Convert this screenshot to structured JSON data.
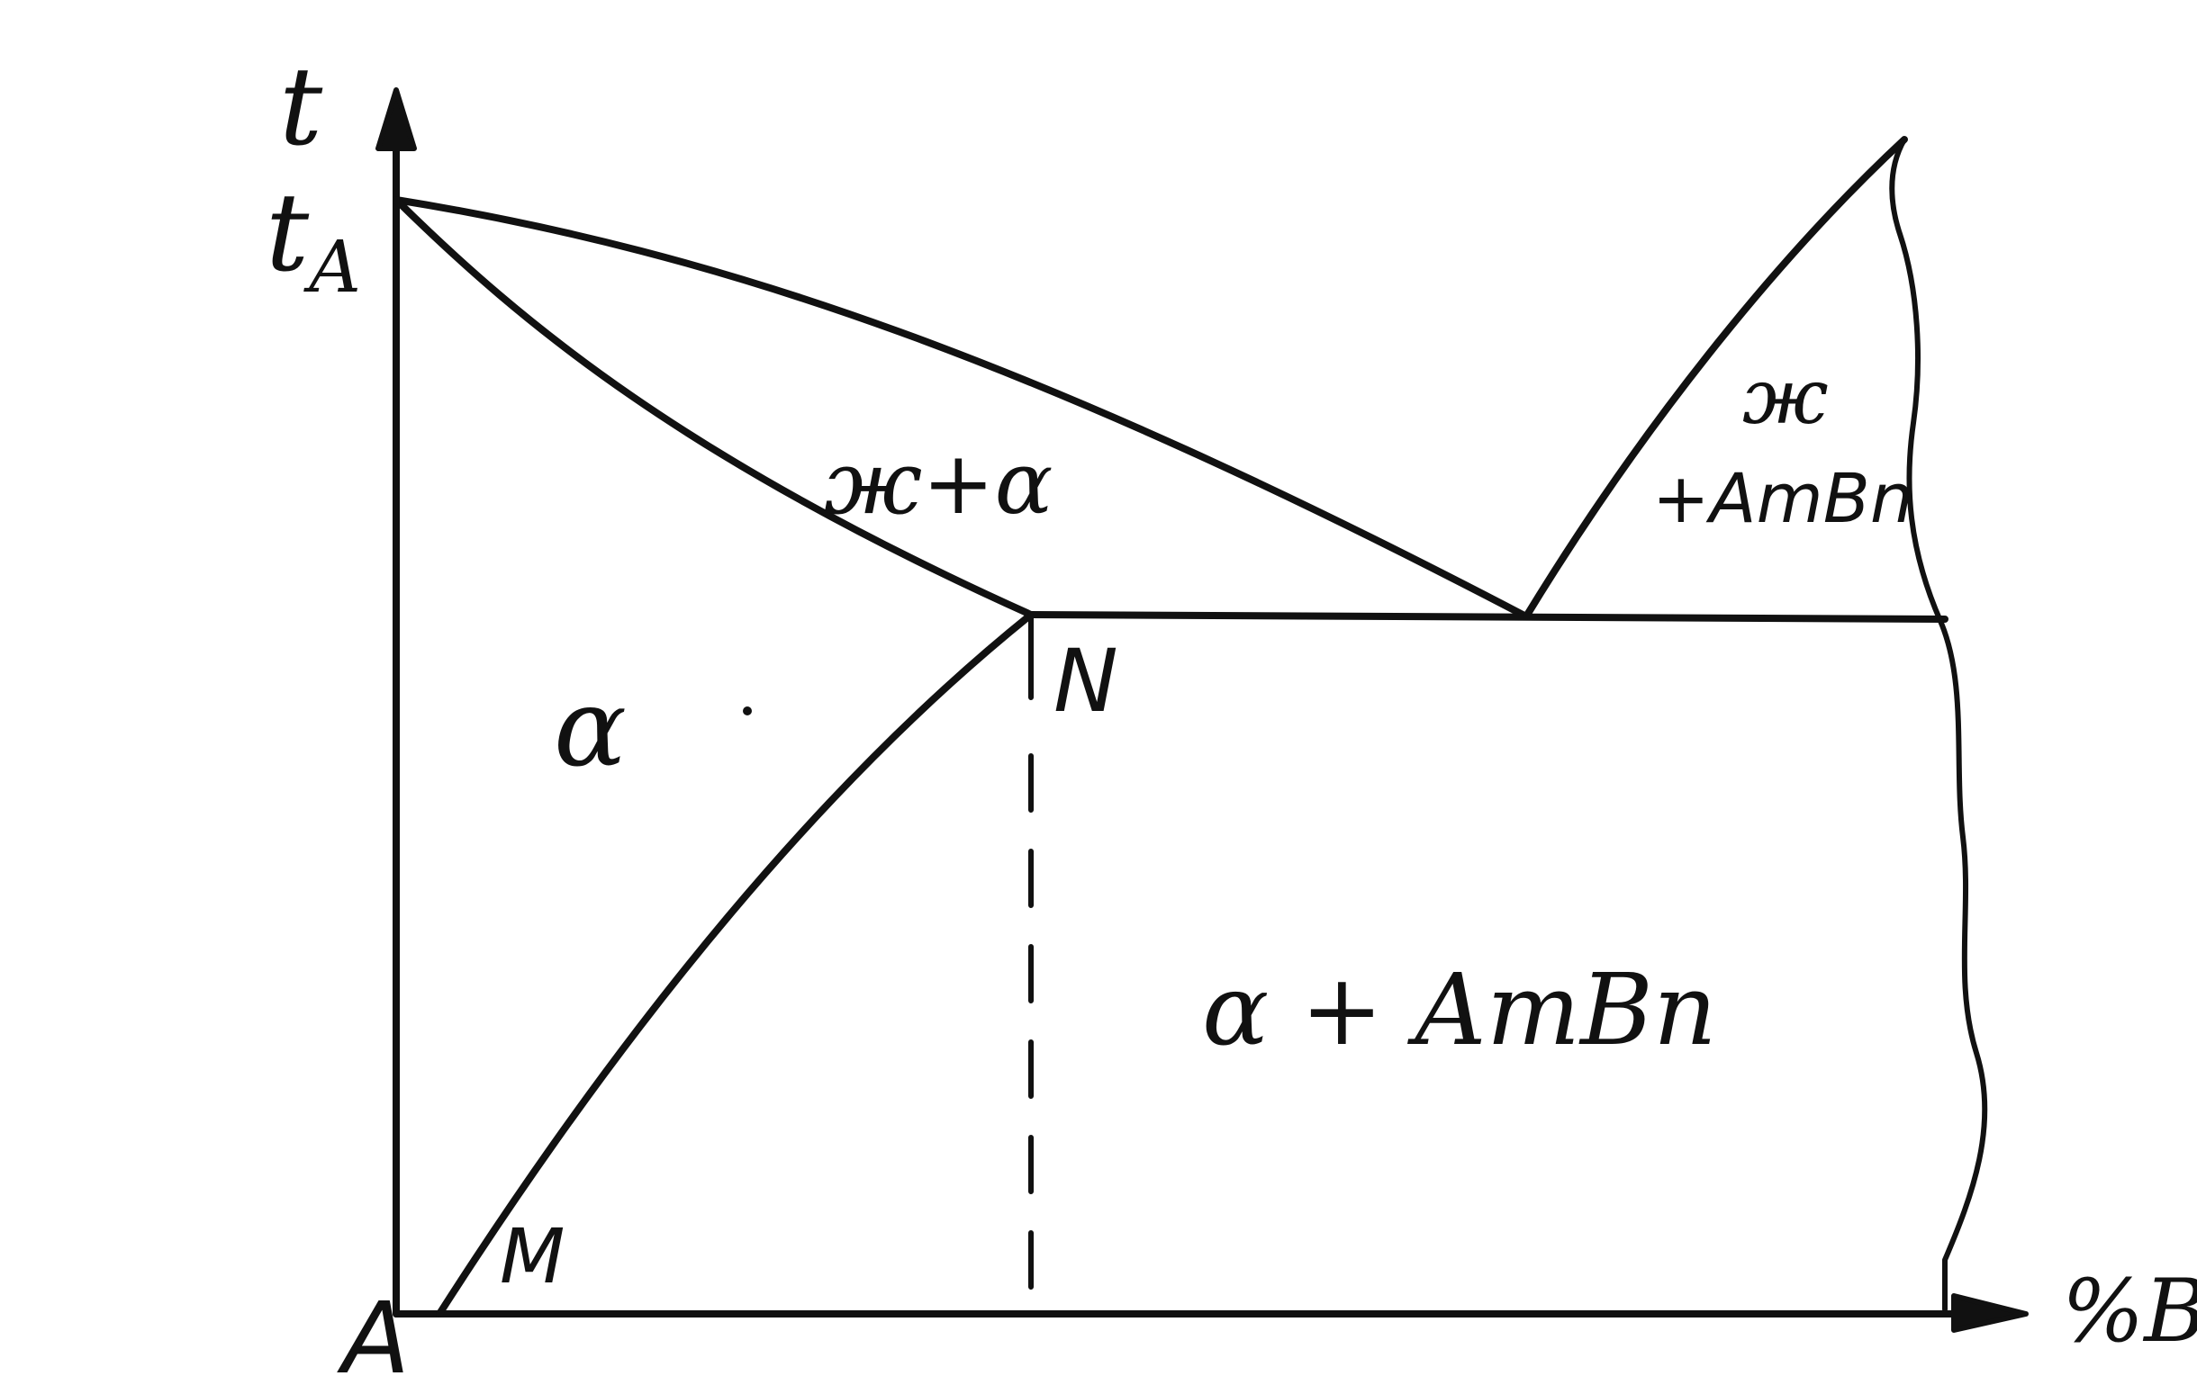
{
  "axes": {
    "y_label": "t",
    "y_point_label": "t",
    "y_point_subscript": "A",
    "origin_label": "A",
    "x_label": "%B"
  },
  "points": {
    "eutectoid_point": "N",
    "solubility_point": "M"
  },
  "regions": {
    "liquid_alpha_left": "ж",
    "liquid_alpha_right": "+α",
    "alpha": "α",
    "alpha_compound": "α + AmBn",
    "liquid_compound_top": "ж",
    "liquid_compound_bottom": "+AmBn"
  }
}
